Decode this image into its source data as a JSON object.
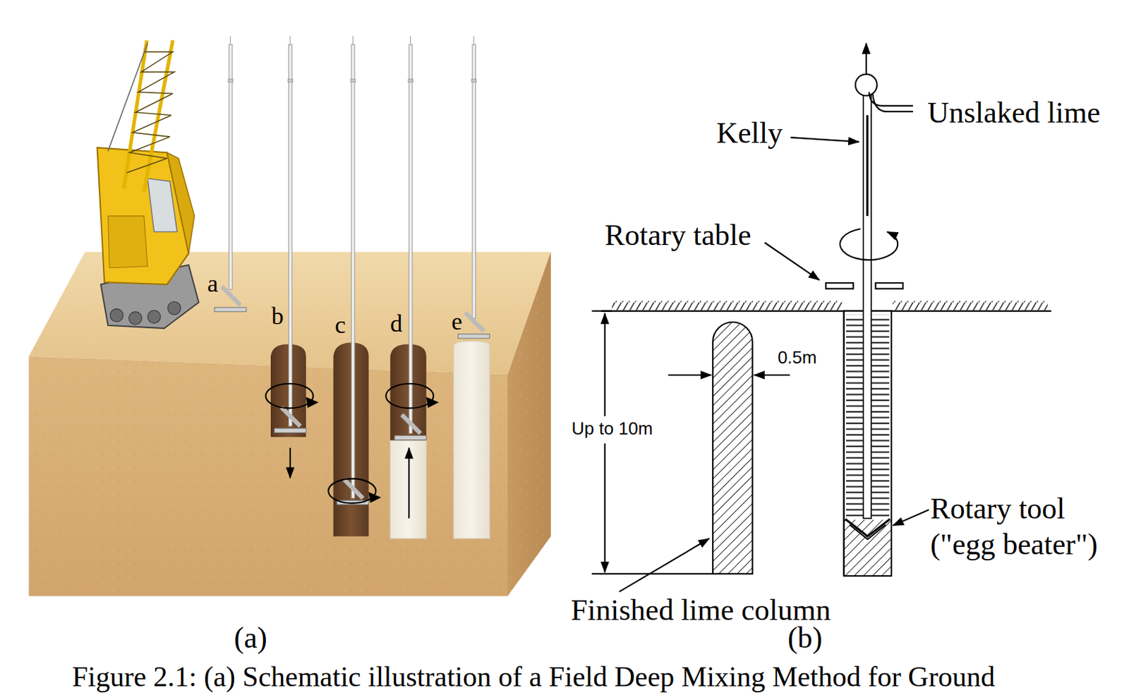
{
  "diagram": {
    "caption": "Figure 2.1: (a) Schematic illustration of a Field Deep Mixing Method for Ground",
    "labels": [
      "a",
      "b",
      "c",
      "d",
      "e",
      "Kelly",
      "Unslaked lime",
      "Rotary table",
      "0.5m",
      "Up to 10m",
      "Rotary tool (\"egg beater\")",
      "Finished lime column",
      "(a)",
      "(b)"
    ]
  }
}
